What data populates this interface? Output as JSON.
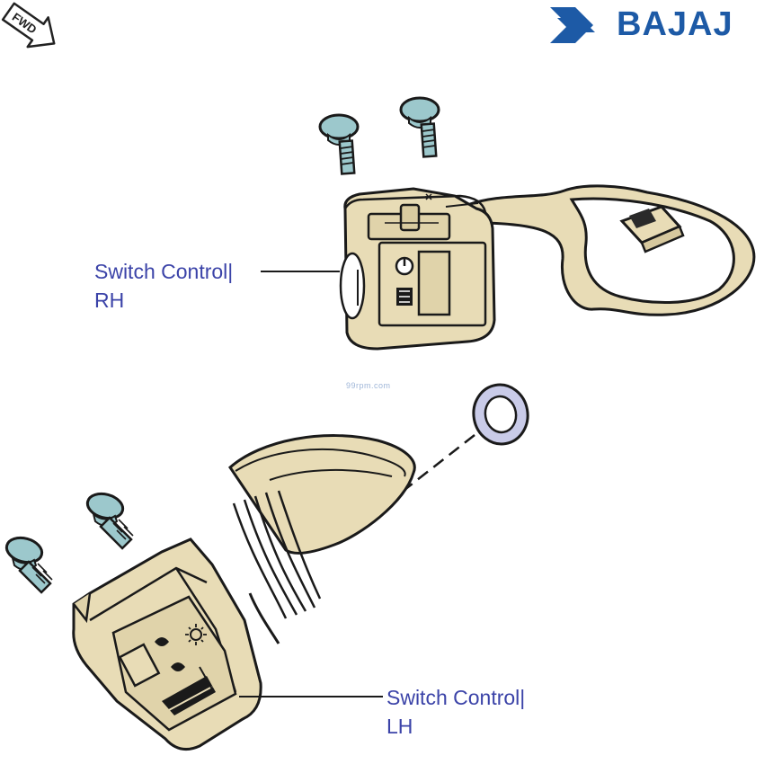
{
  "brand": {
    "name": "BAJAJ",
    "color": "#1d5aa6",
    "logo_icon": "bajaj-wings-logo-icon"
  },
  "orientation": {
    "label": "FWD",
    "icon": "forward-arrow-icon"
  },
  "watermark": "99rpm.com",
  "parts": {
    "rh": {
      "label_line1": "Switch Control|",
      "label_line2": "RH"
    },
    "lh": {
      "label_line1": "Switch Control|",
      "label_line2": "LH"
    }
  },
  "colors": {
    "housing": "#e8dcb6",
    "outline": "#1a1a1a",
    "screw": "#9cc8cc",
    "washer": "#c9cbe8",
    "label": "#3b43a8"
  }
}
